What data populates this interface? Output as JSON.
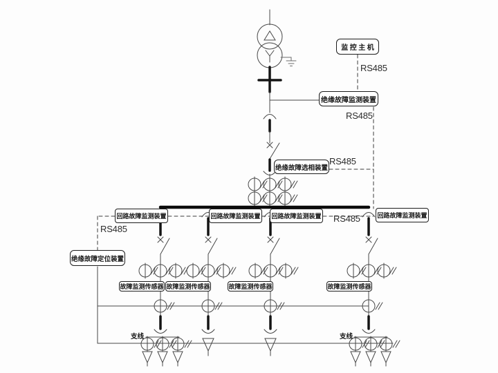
{
  "labels": {
    "monitor_host": "监控主机",
    "insulation_fault_monitor": "绝缘故障监测装置",
    "phase_selector": "绝缘故障选相装置",
    "loop_fault_monitor": "回路故障监测装置",
    "fault_locator": "绝缘故障定位装置",
    "fault_sensor": "故障监测传感器",
    "branch_line": "支线",
    "protocol": "RS485"
  },
  "colors": {
    "background": "#fdfdfd",
    "line_thin": "#474747",
    "line_thick": "#141414",
    "comm_dashed": "#3a3a3a",
    "box_border": "#1c1c1c",
    "text": "#1a1a1a"
  }
}
